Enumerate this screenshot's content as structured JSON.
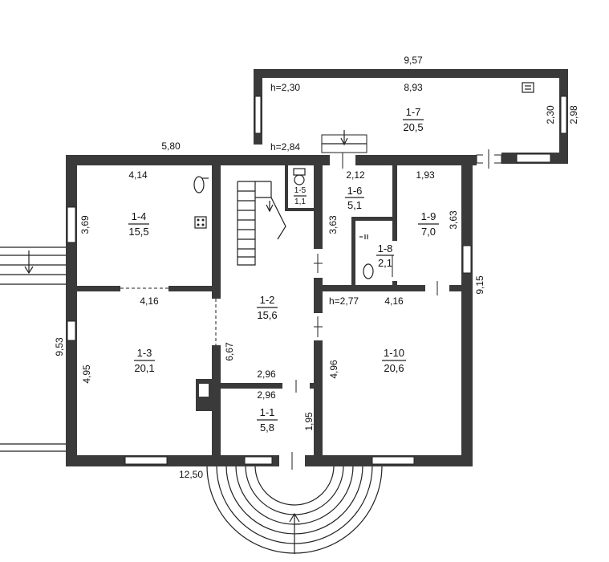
{
  "rooms": [
    {
      "id": "1-1",
      "area": "5,8"
    },
    {
      "id": "1-2",
      "area": "15,6"
    },
    {
      "id": "1-3",
      "area": "20,1"
    },
    {
      "id": "1-4",
      "area": "15,5"
    },
    {
      "id": "1-5",
      "area": "1,1"
    },
    {
      "id": "1-6",
      "area": "5,1"
    },
    {
      "id": "1-7",
      "area": "20,5"
    },
    {
      "id": "1-8",
      "area": "2,1"
    },
    {
      "id": "1-9",
      "area": "7,0"
    },
    {
      "id": "1-10",
      "area": "20,6"
    }
  ],
  "dims": {
    "top_annex": "9,57",
    "annex_inner": "8,93",
    "annex_right_inner": "2,30",
    "annex_right_outer": "2,98",
    "top_main": "5,80",
    "r14_top": "4,14",
    "r16_top": "2,12",
    "r19_top": "1,93",
    "r14_left": "3,69",
    "r16_left": "3,63",
    "r19_right": "3,63",
    "r13_top": "4,16",
    "r110_top": "4,16",
    "right_total": "9,15",
    "left_total": "9,53",
    "r13_left": "4,95",
    "r12_left": "6,67",
    "r12_bottom": "2,96",
    "r11_top": "2,96",
    "r11_right": "1,95",
    "r110_left": "4,96",
    "bottom_total": "12,50"
  },
  "heights": {
    "annex_top": "h=2,30",
    "annex_bottom": "h=2,84",
    "main_right": "h=2,77"
  }
}
